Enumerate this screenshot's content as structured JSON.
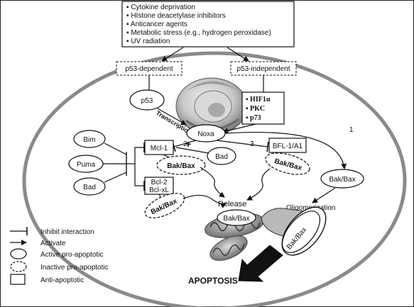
{
  "stimuli": [
    "Cytokine deprivation",
    "HIstone deacetylase inhibitors",
    "Anticancer agents",
    "Metabolic stress (e.g., hydrogen peroxidase)",
    "UV radiation"
  ],
  "pathways": {
    "dependent": "p53-dependent",
    "independent": "p53-independent"
  },
  "nodes": {
    "p53": "p53",
    "transcription": "Transcription",
    "noxa": "Noxa",
    "hif": "HIF1α",
    "pkc": "PKC",
    "p73": "p73",
    "bim": "Bim",
    "puma": "Puma",
    "bad_left": "Bad",
    "mcl1": "Mcl-1",
    "bad_center": "Bad",
    "bak_bax_mcl": "Bak/Bax",
    "bcl2": "Bcl-2",
    "bclxl": "Bcl-xL",
    "bak_bax_bcl": "Bak/Bax",
    "bfl": "BFL-1/A1",
    "bak_bax_bfl": "Bak/Bax",
    "bak_bax_right": "Bak/Bax",
    "release": "Release",
    "oligomerization": "Oligomerization",
    "bak_bax_mito": "Bak/Bax",
    "bak_bax_pore": "Bak/Bax",
    "apoptosis": "APOPTOSIS",
    "num1": "1",
    "num2": "2",
    "num3": "3",
    "plus": "+"
  },
  "legend": {
    "inhibit": "Inhibit interaction",
    "activate": "Activate",
    "active": "Active pro-apoptotic",
    "inactive": "Inactive pro-apoptotic",
    "anti": "Anti-apoptotic"
  }
}
